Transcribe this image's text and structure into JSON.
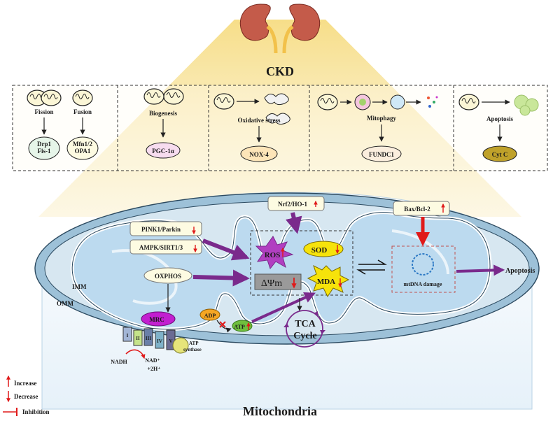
{
  "title": "CKD",
  "bottom_label": "Mitochondria",
  "colors": {
    "beam": "#f5e3a2",
    "membrane_outer": "#8fb6cf",
    "matrix": "#b9d8ec",
    "purple_arrow": "#7a2a8c",
    "red_arrow": "#e01a1a",
    "kidney": "#c45b4a",
    "pale_box": "#fdfbe2"
  },
  "panels": [
    {
      "id": "fission_fusion",
      "labels": {
        "fission": "Fission",
        "fusion": "Fusion"
      },
      "markers": {
        "fission": "Drp1\nFis-1",
        "fusion": "Mfn1/2\nOPA1"
      }
    },
    {
      "id": "biogenesis",
      "label": "Biogenesis",
      "marker": "PGC-1α"
    },
    {
      "id": "oxidative",
      "label": "Oxidative stress",
      "marker": "NOX-4"
    },
    {
      "id": "mitophagy",
      "label": "Mitophagy",
      "marker": "FUNDC1"
    },
    {
      "id": "apoptosis",
      "label": "Apoptosis",
      "marker": "Cyt C"
    }
  ],
  "pathways": {
    "nrf2": "Nrf2/HO-1",
    "bax": "Bax/Bcl-2",
    "pink1": "PINK1/Parkin",
    "ampk": "AMPK/SIRT1/3",
    "oxphos": "OXPHOS",
    "ros": "ROS",
    "sod": "SOD",
    "mda": "MDA",
    "dpsi": "ΔΨm",
    "mtdna": "mtDNA damage",
    "apoptosis_out": "Apoptosis",
    "tca1": "TCA",
    "tca2": "Cycle",
    "imm": "IMM",
    "omm": "OMM",
    "mrc": "MRC",
    "adp": "ADP",
    "atp": "ATP",
    "atp_synthase1": "ATP",
    "atp_synthase2": "synthase",
    "nadh": "NADH",
    "nad": "NAD⁺",
    "h2": "+2H⁺",
    "complexes": [
      "I",
      "II",
      "III",
      "IV",
      "V"
    ]
  },
  "legend": {
    "increase": "Increase",
    "decrease": "Decrease",
    "inhibition": "Inhibition"
  }
}
